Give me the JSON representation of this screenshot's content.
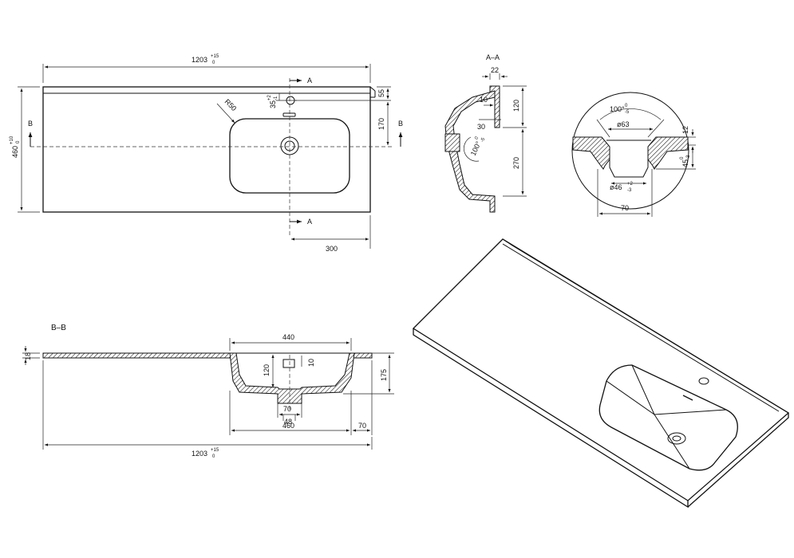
{
  "top_view": {
    "overall_length": "1203",
    "length_tol_upper": "+15",
    "length_tol_lower": "0",
    "depth": "460",
    "depth_tol_upper": "+10",
    "depth_tol_lower": "0",
    "radius": "R50",
    "tap_offset": "35",
    "tap_tol_upper": "+2",
    "tap_tol_lower": "-1",
    "back_edge": "55",
    "bowl_center": "170",
    "bowl_offset": "300",
    "section_a": "A",
    "section_b": "B"
  },
  "section_aa": {
    "title": "A–A",
    "dim_22": "22",
    "dim_10": "10",
    "dim_30": "30",
    "dim_120": "120",
    "dim_270": "270",
    "angle": "100°",
    "angle_tol_upper": "0",
    "angle_tol_lower": "-5"
  },
  "detail": {
    "angle": "100°",
    "angle_tol_upper": "0",
    "angle_tol_lower": "-5",
    "dia_top": "ø63",
    "dia_bottom": "ø46",
    "dia_tol_upper": "+2",
    "dia_tol_lower": "-3",
    "width": "70",
    "thickness": "12",
    "depth": "45",
    "depth_tol_upper": "0",
    "depth_tol_lower": "-3"
  },
  "section_bb": {
    "title": "B–B",
    "thickness": "18",
    "bowl_top_width": "440",
    "bowl_depth": "175",
    "inner_depth": "120",
    "overflow": "10",
    "drain_width": "70",
    "drain_dia": "48",
    "bowl_bottom_width": "460",
    "edge_offset": "70",
    "overall_length": "1203",
    "length_tol_upper": "+15",
    "length_tol_lower": "0"
  }
}
